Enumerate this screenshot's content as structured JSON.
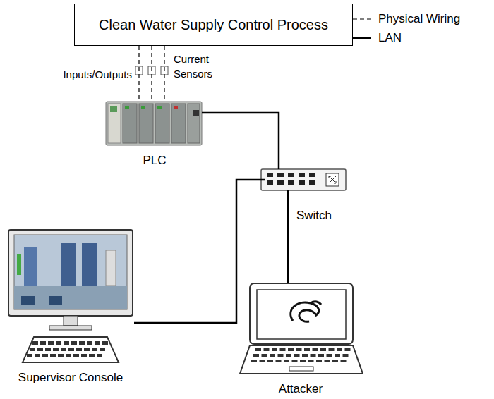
{
  "diagram": {
    "nodes": [
      {
        "text": [
          "Clean Water Supply Control Process"
        ]
      },
      {
        "text": [
          "PLC"
        ]
      },
      {
        "text": [
          "Switch"
        ]
      },
      {
        "text": [
          "Supervisor Console"
        ]
      },
      {
        "text": [
          "Attacker"
        ]
      }
    ],
    "edges": [
      {
        "from": 0,
        "to": 1,
        "arrow": "none"
      },
      {
        "from": 0,
        "to": 1,
        "arrow": "none"
      },
      {
        "from": 0,
        "to": 1,
        "arrow": "none"
      },
      {
        "from": 1,
        "to": 2,
        "arrow": "none"
      },
      {
        "from": 3,
        "to": 2,
        "arrow": "none"
      },
      {
        "from": 2,
        "to": 4,
        "arrow": "none"
      }
    ],
    "labels": [
      "Inputs/Outputs",
      "Current Sensors"
    ],
    "legend": [
      {
        "text": "Physical Wiring"
      },
      {
        "text": "LAN"
      }
    ]
  }
}
